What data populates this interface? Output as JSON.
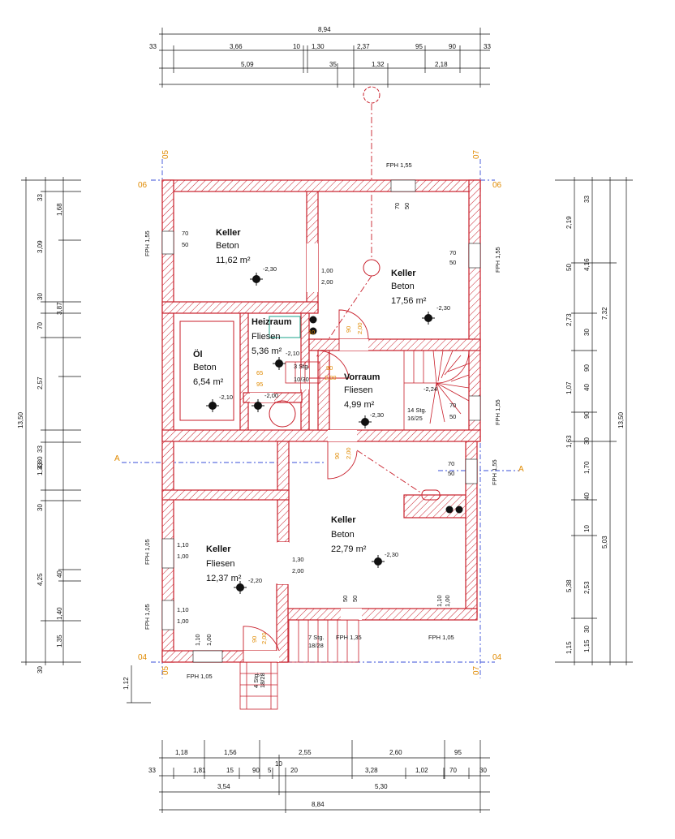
{
  "dims": {
    "top_total": "8,94",
    "top_row1": [
      "33",
      "3,66",
      "10",
      "1,30",
      "2,37",
      "95",
      "90",
      "33"
    ],
    "top_row2": [
      "5,09",
      "35",
      "1,32",
      "2,18"
    ],
    "bottom_row1": [
      "1,18",
      "1,56",
      "2,55",
      "2,60",
      "95"
    ],
    "bottom_row2": [
      "33",
      "1,81",
      "15",
      "90",
      "5",
      "10",
      "20",
      "3,28",
      "1,02",
      "70",
      "30"
    ],
    "bottom_row3": [
      "3,54",
      "5,30"
    ],
    "bottom_total": "8,84",
    "left_outer": "13,50",
    "left_mid": [
      "4,80"
    ],
    "left_inner": [
      "33",
      "3,09",
      "30",
      "70",
      "2,57",
      "33",
      "1,33",
      "30",
      "4,25",
      "1,35",
      "30"
    ],
    "left_inner2": [
      "1,68",
      "3,87",
      "1,40",
      "40"
    ],
    "right_outer": "13,50",
    "right_mid": [
      "7,32",
      "5,03"
    ],
    "right_inner": [
      "2,19",
      "4,16",
      "2,73",
      "1,07",
      "1,63",
      "1,70",
      "5,38",
      "1,15"
    ],
    "right_small": [
      "33",
      "50",
      "30",
      "90",
      "40",
      "90",
      "30",
      "40",
      "10",
      "2,53",
      "30",
      "1,15"
    ],
    "left_step": "1,12"
  },
  "axes": {
    "top_left": "05",
    "top_right": "07",
    "left_top": "06",
    "right_top": "06",
    "left_bottom": "04",
    "right_bottom": "04",
    "bottom_left": "05",
    "bottom_right": "07",
    "section_left": "A",
    "section_right": "A"
  },
  "rooms": [
    {
      "name": "Keller",
      "floor": "Beton",
      "area": "11,62 m²",
      "level": "-2,30"
    },
    {
      "name": "Keller",
      "floor": "Beton",
      "area": "17,56 m²",
      "level": "-2,30"
    },
    {
      "name": "Heizraum",
      "floor": "Fliesen",
      "area": "5,36 m²",
      "level": "-2,10"
    },
    {
      "name": "Öl",
      "floor": "Beton",
      "area": "6,54 m²",
      "level": "-2,10"
    },
    {
      "name": "Vorraum",
      "floor": "Fliesen",
      "area": "4,99 m²",
      "level": "-2,30"
    },
    {
      "name": "Keller",
      "floor": "Beton",
      "area": "22,79 m²",
      "level": "-2,30"
    },
    {
      "name": "Keller",
      "floor": "Fliesen",
      "area": "12,37 m²",
      "level": "-2,20"
    }
  ],
  "labels": {
    "fph_155_top": "FPH 1,55",
    "fph_155_left": "FPH 1,55",
    "fph_155_right": "FPH 1,55",
    "fph_155_right2": "FPH 1,55",
    "fph_155_right3": "FPH 1,55",
    "fph_105_left1": "FPH 1,05",
    "fph_105_left2": "FPH 1,05",
    "fph_105_bottom": "FPH 1,05",
    "fph_105_br": "FPH 1,05",
    "fph_135": "FPH 1,35",
    "stairs_3": "3 Stg.",
    "stairs_3b": "10/30",
    "stairs_14": "14 Stg.",
    "stairs_14b": "16/25",
    "stairs_7": "7 Stg.",
    "stairs_7b": "18/28",
    "stairs_4": "4 Stg.",
    "stairs_4b": "18/28",
    "level_224": "-2,24",
    "level_200": "-2,00",
    "win_70": "70",
    "win_50": "50",
    "door_100": "1,00",
    "door_200": "2,00",
    "door_110": "1,10",
    "door_130": "1,30",
    "door_90": "90",
    "door_65": "65",
    "door_95": "95",
    "door_10": "10"
  },
  "colors": {
    "wall": "#c81e2a",
    "axis": "#e08a00",
    "section": "#3a4fd8",
    "fixture": "#1aa38a"
  }
}
